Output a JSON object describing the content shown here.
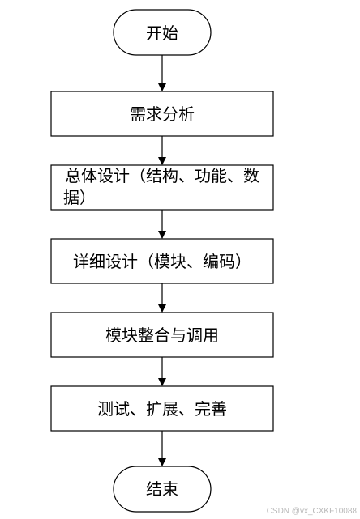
{
  "flowchart": {
    "start_label": "开始",
    "steps": [
      {
        "lines": [
          "需求分析"
        ]
      },
      {
        "lines": [
          "总体设计（结构、功能、数",
          "据）"
        ]
      },
      {
        "lines": [
          "详细设计（模块、编码）"
        ]
      },
      {
        "lines": [
          "模块整合与调用"
        ]
      },
      {
        "lines": [
          "测试、扩展、完善"
        ]
      }
    ],
    "end_label": "结束"
  },
  "colors": {
    "stroke": "#000000",
    "fill": "#ffffff",
    "text": "#000000"
  },
  "watermark": "CSDN @vx_CXKF10088"
}
